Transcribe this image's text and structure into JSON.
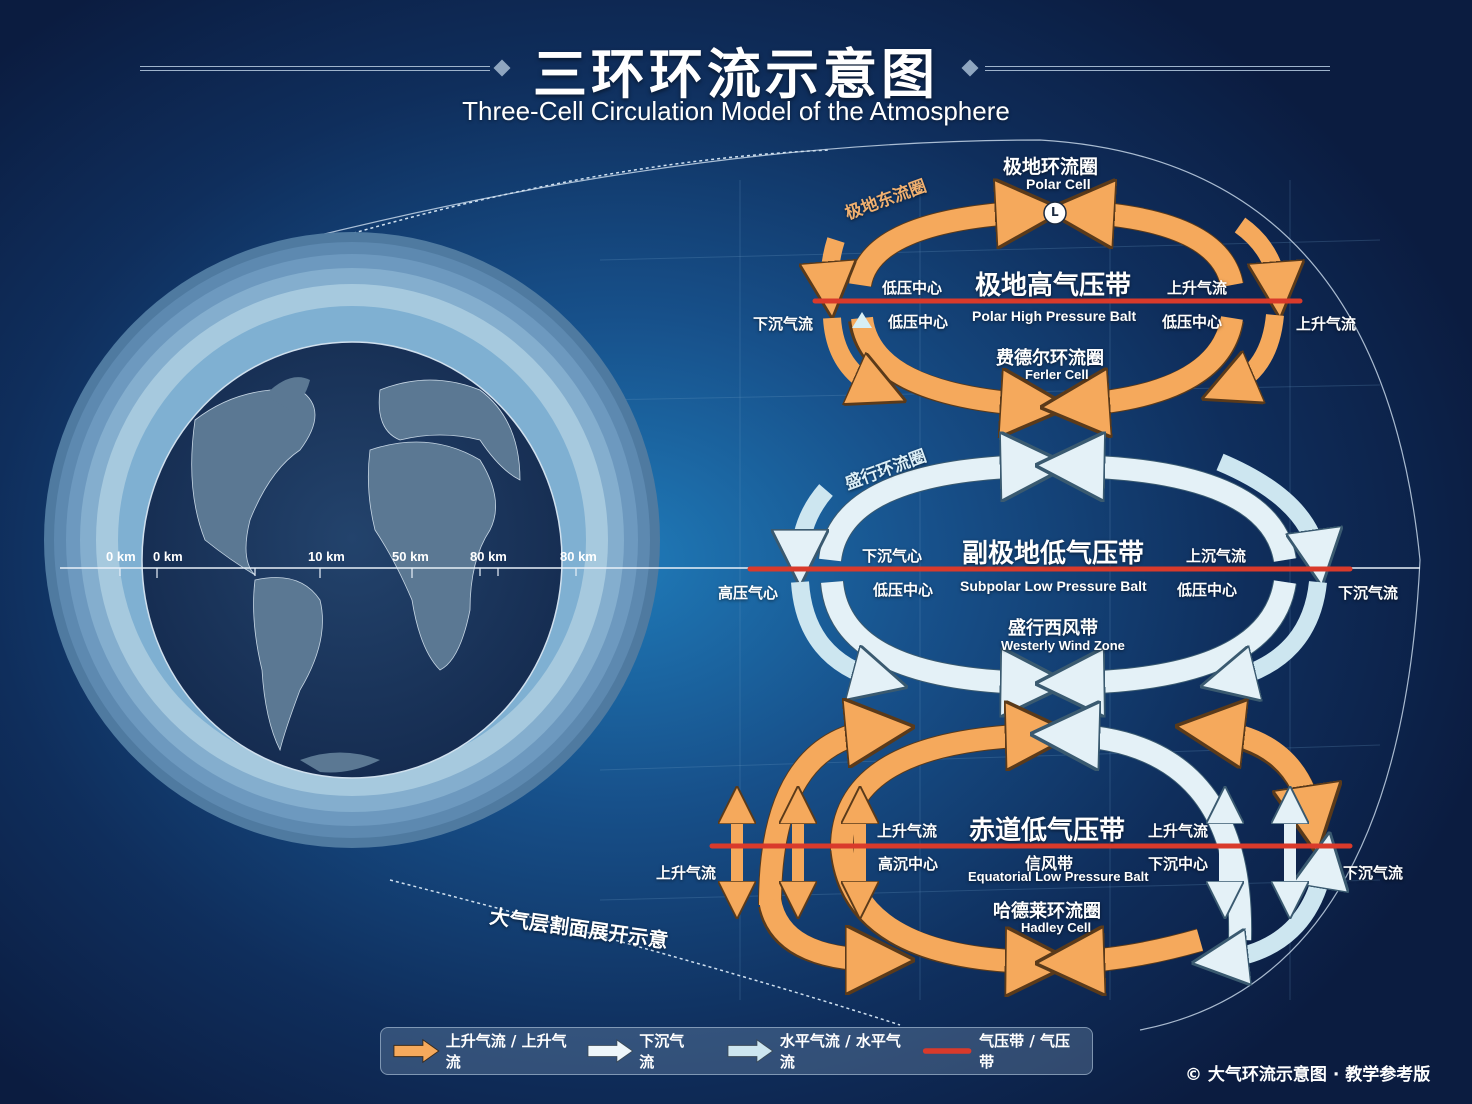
{
  "header": {
    "title_zh": "三环环流示意图",
    "title_en": "Three-Cell Circulation Model of the Atmosphere"
  },
  "colors": {
    "background_dark": "#0b1c40",
    "background_light": "#1f7ab8",
    "rising_arrow": "#f5a95c",
    "sinking_arrow": "#eef6fa",
    "horizontal_arrow": "#cde6f0",
    "pressure_belt": "#d93a2b"
  },
  "globe": {
    "scale_labels": [
      "0 km",
      "0 km",
      "10 km",
      "50 km",
      "80 km",
      "80 km"
    ],
    "section_caption": "大气层割面展开示意"
  },
  "polar_cell": {
    "name_zh": "极地环流圈",
    "name_en": "Polar Cell",
    "low_marker": "L",
    "side_label": "极地东流圈",
    "belt_zh": "极地高气压带",
    "belt_en": "Polar High Pressure Balt",
    "lower_name_zh": "费德尔环流圈",
    "lower_name_en": "Ferler Cell",
    "left_upper": "低压中心",
    "left_lower": "低压中心",
    "right_upper": "上升气流",
    "right_lower": "低压中心",
    "outer_left": "下沉气流",
    "outer_right": "上升气流"
  },
  "ferrel_cell": {
    "side_label": "盛行环流圈",
    "belt_zh": "副极地低气压带",
    "belt_en": "Subpolar Low Pressure Balt",
    "lower_name_zh": "盛行西风带",
    "lower_name_en": "Westerly Wind Zone",
    "left_upper": "下沉气心",
    "left_lower": "低压中心",
    "right_upper": "上沉气流",
    "right_lower": "低压中心",
    "outer_left": "高压气心",
    "outer_right": "下沉气流"
  },
  "hadley_cell": {
    "belt_zh": "赤道低气压带",
    "sub_zh": "信风带",
    "belt_en": "Equatorial Low Pressure Balt",
    "lower_name_zh": "哈德莱环流圈",
    "lower_name_en": "Hadley Cell",
    "left_upper": "上升气流",
    "left_lower": "高沉中心",
    "right_upper": "上升气流",
    "right_lower": "下沉中心",
    "outer_left": "上升气流",
    "outer_right": "下沉气流"
  },
  "legend": {
    "items": [
      {
        "label": "上升气流 / 上升气流",
        "icon": "orange-arrow-icon"
      },
      {
        "label": "下沉气流",
        "icon": "white-arrow-icon"
      },
      {
        "label": "水平气流 / 水平气流",
        "icon": "light-blue-arrow-icon"
      },
      {
        "label": "气压带 / 气压带",
        "icon": "red-line-icon"
      }
    ]
  },
  "footer": {
    "copyright": "© 大气环流示意图 · 教学参考版"
  }
}
